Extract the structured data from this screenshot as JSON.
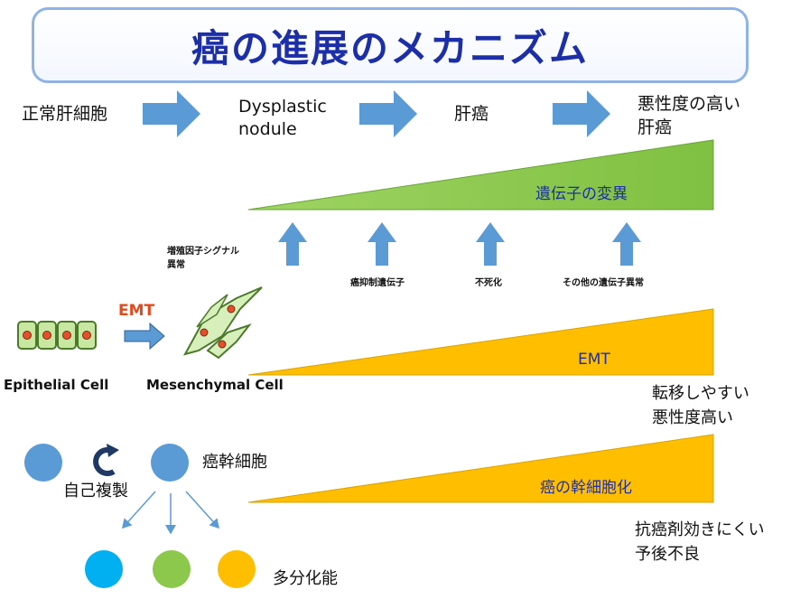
{
  "title": "癌の進展のメカニズム",
  "stages": [
    "正常肝細胞",
    "Dysplastic",
    "nodule",
    "肝癌",
    "悪性度の高い",
    "肝癌"
  ],
  "bars": {
    "genetic_mutation": "遺伝子の変異",
    "emt": "EMT",
    "stemness": "癌の幹細胞化"
  },
  "factors": {
    "growth_signal_line1": "増殖因子シグナル",
    "growth_signal_line2": "異常",
    "tumor_suppressor": "癌抑制遺伝子",
    "immortalization": "不死化",
    "other_genes": "その他の遺伝子異常"
  },
  "emt_section": {
    "emt_label": "EMT",
    "epithelial_cell": "Epithelial Cell",
    "mesenchymal_cell": "Mesenchymal Cell"
  },
  "outcomes": {
    "metastasis_line1": "転移しやすい",
    "metastasis_line2": "悪性度高い",
    "resistance_line1": "抗癌剤効きにくい",
    "resistance_line2": "予後不良"
  },
  "stem_section": {
    "cancer_stem_cell": "癌幹細胞",
    "self_renewal": "自己複製",
    "pluripotency": "多分化能"
  },
  "colors": {
    "arrow_blue": "#5b9bd5",
    "green": "#8cc84b",
    "gold": "#ffbf00",
    "cell_blue": "#5b9bd5",
    "cyan": "#00b0f0",
    "title_blue": "#1c2fa8"
  }
}
